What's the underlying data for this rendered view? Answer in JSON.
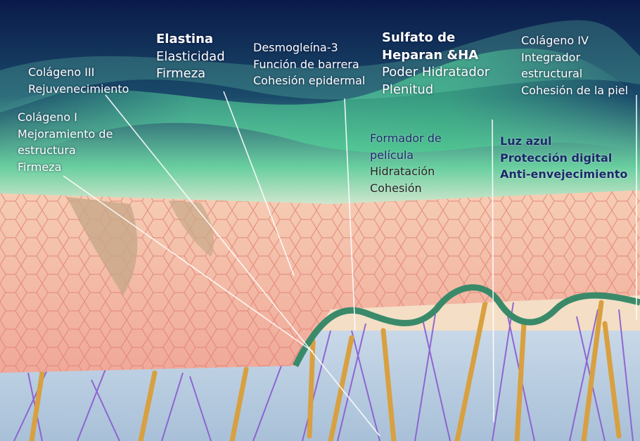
{
  "labels": {
    "elastina": {
      "title": "Elastina",
      "lines": [
        "Elasticidad",
        "Firmeza"
      ]
    },
    "desmogleina": {
      "lines": [
        "Desmogleína-3",
        "Función de barrera",
        "Cohesión epidermal"
      ]
    },
    "sulfato": {
      "title_lines": [
        "Sulfato de",
        "Heparan &HA"
      ],
      "lines": [
        "Poder Hidratador",
        "Plenitud"
      ]
    },
    "colageno_iv": {
      "lines": [
        "Colágeno IV",
        "Integrador",
        "estructural",
        "Cohesión de la piel"
      ]
    },
    "colageno_iii": {
      "lines": [
        "Colágeno III",
        "Rejuvenecimiento"
      ]
    },
    "colageno_i": {
      "lines": [
        "Colágeno I",
        "Mejoramiento de",
        "estructura",
        "Firmeza"
      ]
    },
    "formador": {
      "lines": [
        "Formador de",
        "película",
        "Hidratación",
        "Cohesión"
      ]
    },
    "luz_azul": {
      "lines": [
        "Luz azul",
        "Protección digital",
        "Anti-envejecimiento"
      ]
    }
  },
  "colors": {
    "sky_top": "#0a1a4a",
    "aurora": "#3fd08a",
    "skin_surface": "#f2b6a0",
    "cell_lines": "#e98a7a",
    "collagen_fiber": "#d8a040",
    "elastin_fiber": "#8a5ad0",
    "membrane": "#3a8a6a",
    "dark_label": "#1a2a6a"
  }
}
